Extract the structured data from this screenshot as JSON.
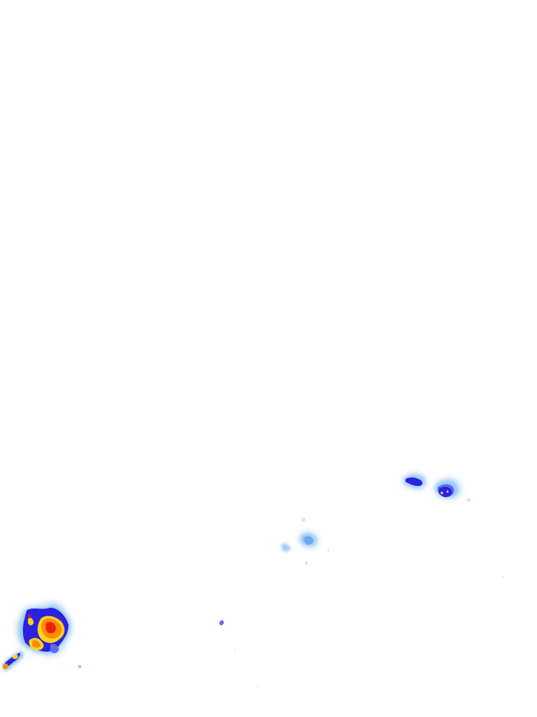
{
  "layer": {
    "type": "weather-radar-overlay",
    "background": "#ffffff"
  },
  "intensity_colors": {
    "very_light": "#d4e8fb",
    "light": "#9ccbf6",
    "moderate_light": "#6aa8f0",
    "moderate": "#5a6cf0",
    "heavy": "#2a22e0",
    "very_heavy": "#ffd21a",
    "intense": "#ff8a00",
    "extreme": "#e8200a"
  },
  "echoes": [
    {
      "id": "cell-southwest-main",
      "max_intensity": "extreme"
    },
    {
      "id": "cell-southwest-trail",
      "max_intensity": "very_heavy"
    },
    {
      "id": "cell-east-upper-left",
      "max_intensity": "heavy"
    },
    {
      "id": "cell-east-upper-right",
      "max_intensity": "very_heavy"
    },
    {
      "id": "cell-central",
      "max_intensity": "moderate_light"
    },
    {
      "id": "speck-south-central",
      "max_intensity": "moderate"
    }
  ]
}
